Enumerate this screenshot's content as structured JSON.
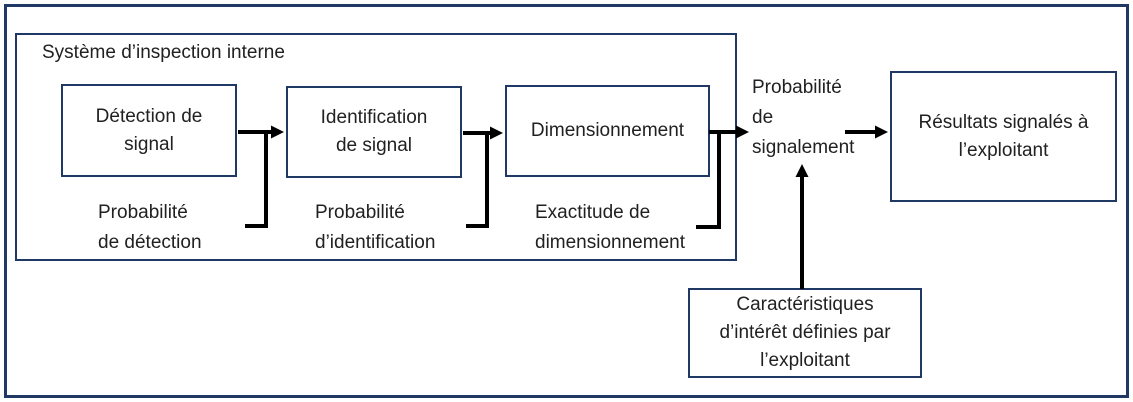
{
  "diagram": {
    "title": "Système d’inspection interne",
    "boxes": {
      "detection": {
        "line1": "Détection de",
        "line2": "signal"
      },
      "identification": {
        "line1": "Identification",
        "line2": "de signal"
      },
      "dimensionnement": {
        "line1": "Dimensionnement"
      },
      "resultats": {
        "line1": "Résultats signalés à",
        "line2": "l’exploitant"
      },
      "caracteristiques": {
        "line1": "Caractéristiques",
        "line2": "d’intérêt définies par",
        "line3": "l’exploitant"
      }
    },
    "labels": {
      "prob_detection": {
        "line1": "Probabilité",
        "line2": "de détection"
      },
      "prob_identification": {
        "line1": "Probabilité",
        "line2": "d’identification"
      },
      "exactitude": {
        "line1": "Exactitude de",
        "line2": "dimensionnement"
      },
      "prob_signalement": {
        "line1": "Probabilité",
        "line2": "de",
        "line3": "signalement"
      }
    },
    "colors": {
      "box_border": "#1f3864",
      "arrow": "#000000",
      "text": "#212121",
      "background": "#ffffff"
    }
  }
}
